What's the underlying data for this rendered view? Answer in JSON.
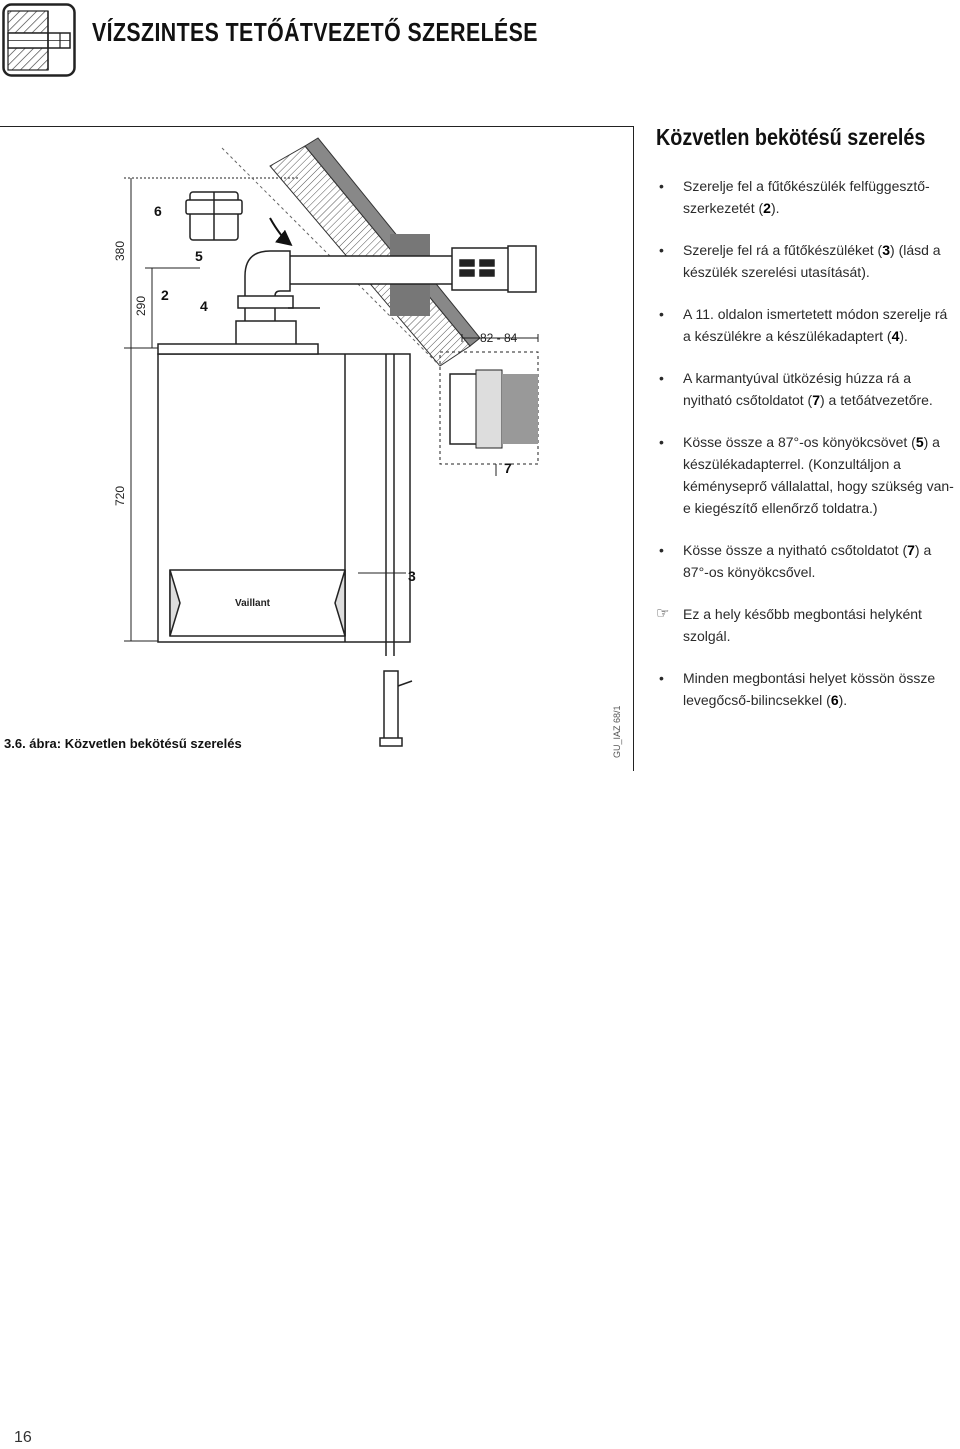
{
  "header": {
    "title": "VÍZSZINTES TETŐÁTVEZETŐ SZERELÉSE",
    "icon": "horizontal-flue-pipe-icon"
  },
  "figure": {
    "caption": "3.6. ábra: Közvetlen bekötésű szerelés",
    "code": "GU_IAZ 68/1",
    "device_brand": "Vaillant",
    "dimensions": {
      "total_height": "380",
      "partial_height": "290",
      "boiler_height": "720",
      "pipe_overlap": "82 - 84"
    },
    "callouts": [
      "2",
      "3",
      "4",
      "5",
      "6",
      "7"
    ]
  },
  "section": {
    "title": "Közvetlen bekötésű szerelés",
    "steps": [
      {
        "type": "bullet",
        "parts": [
          {
            "t": "Szerelje fel a fűtőkészülék felfüggesztő-szerkezetét ("
          },
          {
            "t": "2",
            "b": true
          },
          {
            "t": ")."
          }
        ]
      },
      {
        "type": "bullet",
        "parts": [
          {
            "t": "Szerelje fel rá a fűtőkészüléket ("
          },
          {
            "t": "3",
            "b": true
          },
          {
            "t": ") (lásd a készülék szerelési utasítását)."
          }
        ]
      },
      {
        "type": "bullet",
        "parts": [
          {
            "t": "A 11. oldalon ismertetett módon szerelje rá a készülékre a készülékadaptert ("
          },
          {
            "t": "4",
            "b": true
          },
          {
            "t": ")."
          }
        ]
      },
      {
        "type": "bullet",
        "parts": [
          {
            "t": "A karmantyúval ütközésig húzza rá a nyitható csőtoldatot ("
          },
          {
            "t": "7",
            "b": true
          },
          {
            "t": ") a tetőátvezetőre."
          }
        ]
      },
      {
        "type": "bullet",
        "parts": [
          {
            "t": "Kösse össze a 87°-os könyökcsövet ("
          },
          {
            "t": "5",
            "b": true
          },
          {
            "t": ") a készülékadapterrel. (Konzultáljon a kéményseprő vállalattal, hogy szükség van-e kiegészítő ellenőrző toldatra.)"
          }
        ]
      },
      {
        "type": "bullet",
        "parts": [
          {
            "t": "Kösse össze a nyitható csőtoldatot ("
          },
          {
            "t": "7",
            "b": true
          },
          {
            "t": ") a 87°-os könyökcsővel."
          }
        ]
      },
      {
        "type": "note",
        "parts": [
          {
            "t": "Ez a hely később megbontási helyként szolgál."
          }
        ]
      },
      {
        "type": "bullet",
        "parts": [
          {
            "t": "Minden megbontási helyet kössön össze levegőcső-bilincsekkel ("
          },
          {
            "t": "6",
            "b": true
          },
          {
            "t": ")."
          }
        ]
      }
    ]
  },
  "footer": {
    "page_number": "16"
  }
}
